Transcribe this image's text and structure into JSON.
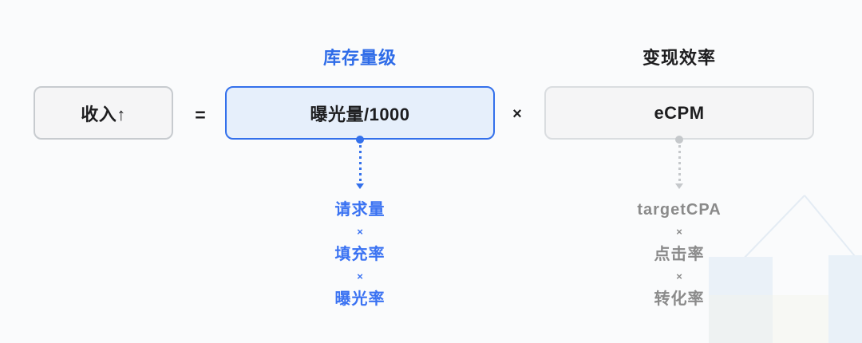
{
  "colors": {
    "background": "#FAFBFC",
    "accent_blue": "#3370EB",
    "blue_box_fill": "#E6EFFB",
    "gray_box_fill": "#F5F5F6",
    "gray_box_border": "#C7CBCF",
    "ecpm_box_border": "#DADDE0",
    "dark_text": "#1D1D1F",
    "gray_text": "#8A8A8A",
    "gray_connector": "#C5C8CB"
  },
  "diagram": {
    "result_box_label": "收入↑",
    "equals_sign": "=",
    "times_sign": "×",
    "inventory": {
      "heading": "库存量级",
      "box_label": "曝光量/1000",
      "factor_separator": "×",
      "factors": [
        "请求量",
        "填充率",
        "曝光率"
      ]
    },
    "monetization": {
      "heading": "变现效率",
      "box_label": "eCPM",
      "factor_separator": "×",
      "factors": [
        "targetCPA",
        "点击率",
        "转化率"
      ]
    }
  }
}
